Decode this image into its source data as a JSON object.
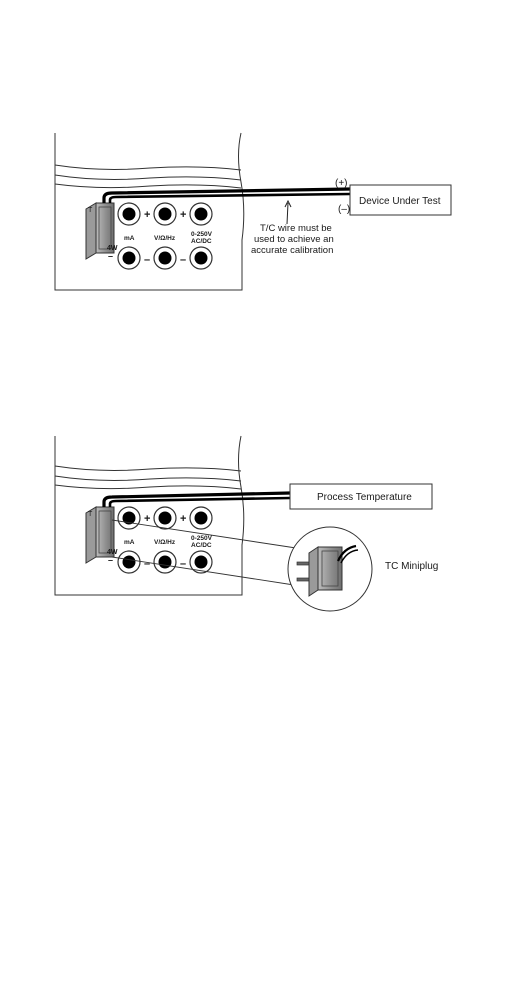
{
  "diagram1": {
    "terminal_tc": "T",
    "terminal_4w": "4W",
    "jack_labels": [
      "mA",
      "V/Ω/Hz",
      "0-250V",
      "AC/DC"
    ],
    "polarity_plus": "(+)",
    "polarity_minus": "(–)",
    "device_label": "Device Under Test",
    "note_line1": "T/C wire must be",
    "note_line2": "used to achieve an",
    "note_line3": "accurate calibration"
  },
  "diagram2": {
    "terminal_tc": "T",
    "terminal_4w": "4W",
    "jack_labels": [
      "mA",
      "V/Ω/Hz",
      "0-250V",
      "AC/DC"
    ],
    "process_label": "Process Temperature",
    "miniplug_label": "TC Miniplug"
  }
}
